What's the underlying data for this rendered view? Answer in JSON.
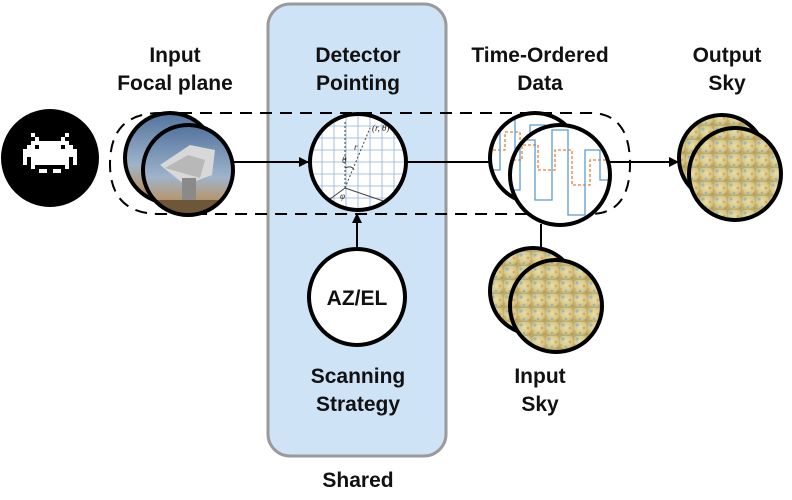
{
  "labels": {
    "input_focal_plane": [
      "Input",
      "Focal plane"
    ],
    "detector_pointing": [
      "Detector",
      "Pointing"
    ],
    "time_ordered_data": [
      "Time-Ordered",
      "Data"
    ],
    "output_sky": [
      "Output",
      "Sky"
    ],
    "az_el": "AZ/EL",
    "scanning_strategy": [
      "Scanning",
      "Strategy"
    ],
    "input_sky": [
      "Input",
      "Sky"
    ],
    "shared": "Shared"
  },
  "pointing_annotations": {
    "point": "(r, θ)",
    "r": "r",
    "theta": "θ",
    "phi": "φ"
  },
  "colors": {
    "shared_panel_fill": "#cfe3f7",
    "shared_panel_border": "#9a9a9a",
    "tod_blue": "#5b9bd5",
    "tod_orange": "#ed7d31",
    "sky_base": "#d9c98a"
  },
  "icons": [
    "space-invader-icon",
    "telescope-image",
    "sky-map-image"
  ]
}
